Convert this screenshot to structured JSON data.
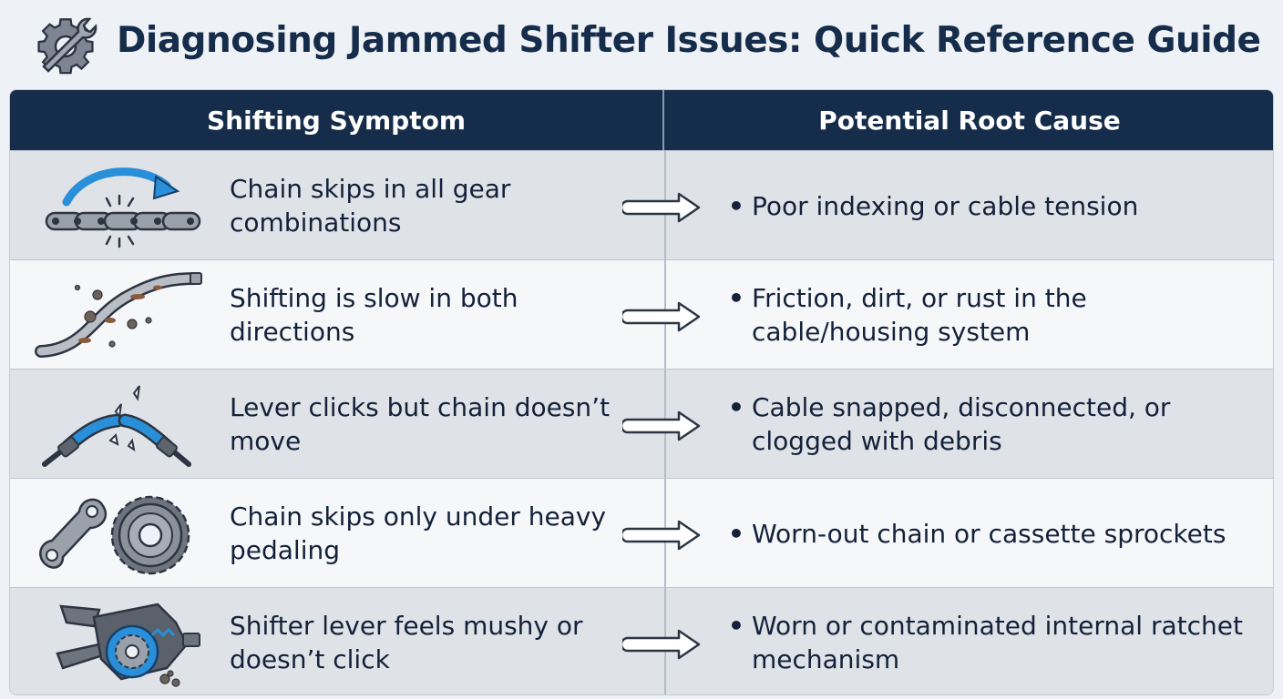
{
  "title": "Diagnosing Jammed Shifter Issues: Quick Reference Guide",
  "title_icon": "gear-wrench-icon",
  "table": {
    "headers": [
      "Shifting Symptom",
      "Potential Root Cause"
    ],
    "rows": [
      {
        "icon": "chain-skip-icon",
        "symptom": "Chain skips in all gear combinations",
        "cause": "Poor indexing or cable tension"
      },
      {
        "icon": "rusty-cable-icon",
        "symptom": "Shifting is slow in both directions",
        "cause": "Friction, dirt, or rust in the cable/housing system"
      },
      {
        "icon": "snapped-cable-icon",
        "symptom": "Lever clicks but chain doesn’t move",
        "cause": "Cable snapped, disconnected, or clogged with debris"
      },
      {
        "icon": "chain-link-cassette-icon",
        "symptom": "Chain skips only under heavy pedaling",
        "cause": "Worn-out chain or cassette sprockets"
      },
      {
        "icon": "shifter-mechanism-icon",
        "symptom": "Shifter lever feels mushy or doesn’t click",
        "cause": "Worn or contaminated internal ratchet mechanism"
      }
    ]
  },
  "colors": {
    "header_bg": "#152c4a",
    "accent_blue": "#2a8fd9",
    "row_shade": "#dfe2e7",
    "row_light": "#f6f7f9"
  }
}
